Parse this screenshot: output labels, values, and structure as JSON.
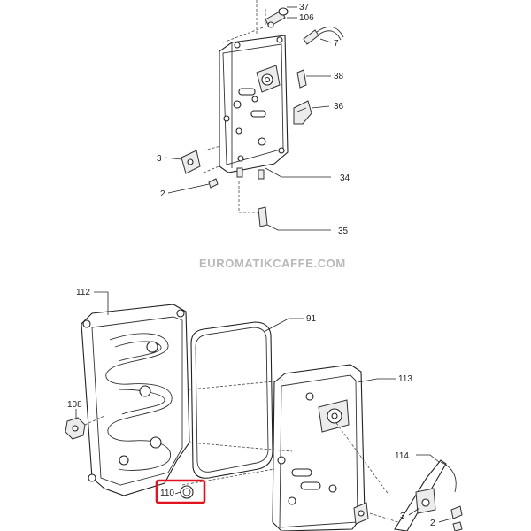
{
  "watermark": "EUROMATIKCAFFE.COM",
  "callouts": {
    "p37": "37",
    "p106": "106",
    "p7": "7",
    "p38": "38",
    "p36": "36",
    "p3_top": "3",
    "p2_top": "2",
    "p34": "34",
    "p35": "35",
    "p112": "112",
    "p91": "91",
    "p113": "113",
    "p108": "108",
    "p110": "110",
    "p114": "114",
    "p3_bottom": "3",
    "p2_bottom": "2"
  },
  "highlight_color": "#e0141e"
}
